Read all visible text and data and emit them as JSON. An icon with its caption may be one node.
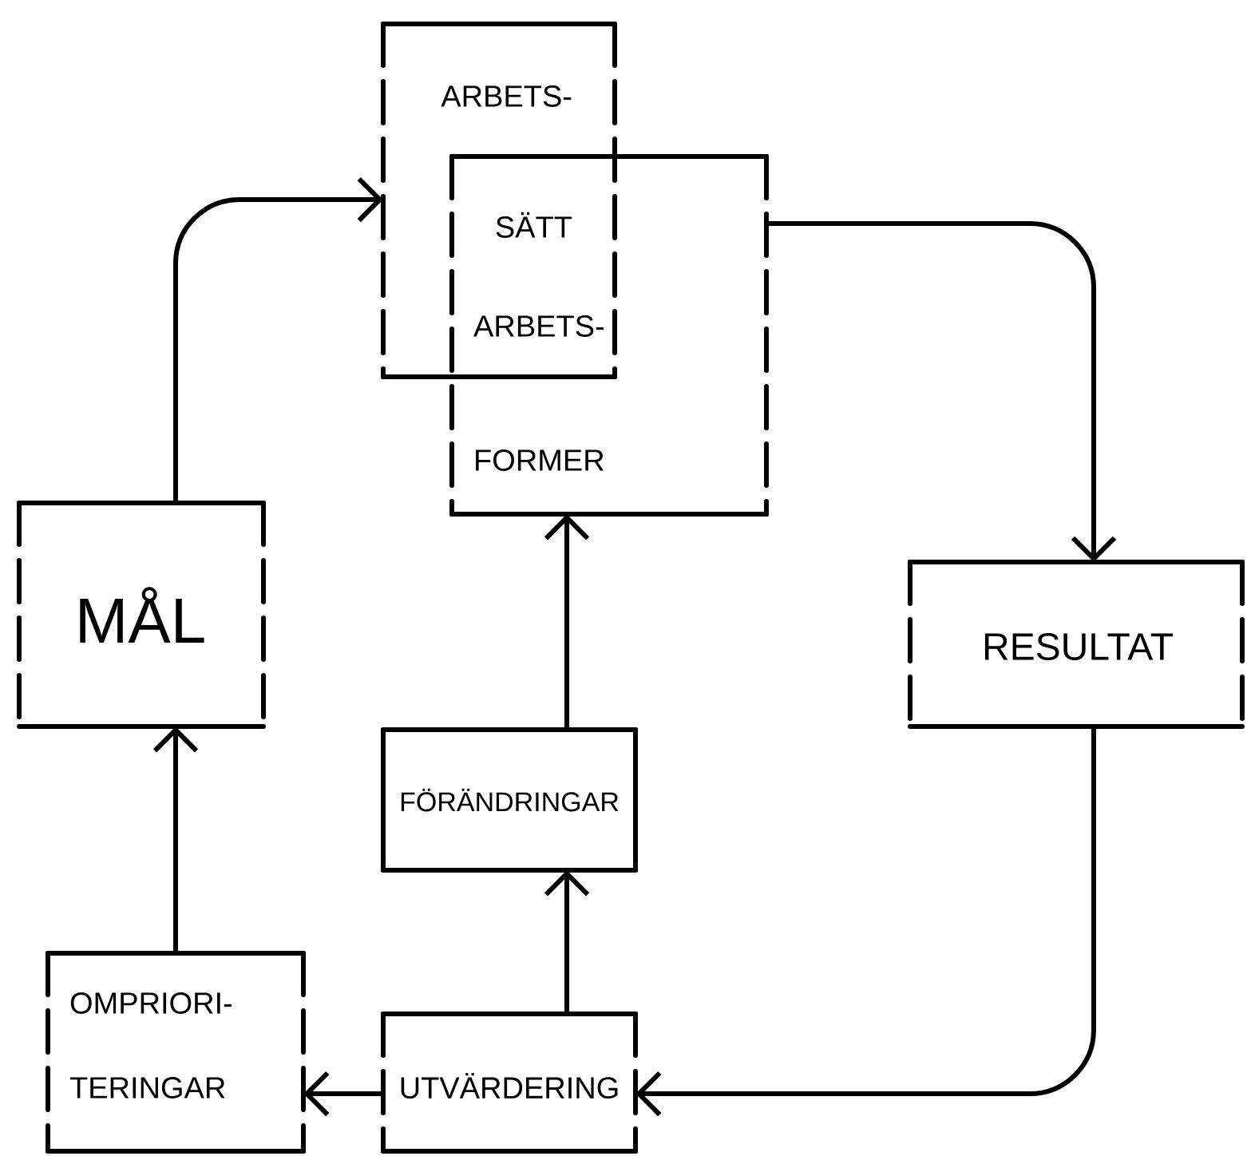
{
  "diagram": {
    "nodes": [
      {
        "text": [
          "ARBETS- SÄTT"
        ]
      },
      {
        "text": [
          "ARBETS- FORMER"
        ]
      },
      {
        "text": [
          "MÅL"
        ]
      },
      {
        "text": [
          "RESULTAT"
        ]
      },
      {
        "text": [
          "FÖRÄNDRINGAR"
        ]
      },
      {
        "text": [
          "UTVÄRDERING"
        ]
      },
      {
        "text": [
          "OMPRIORI- TERINGAR"
        ]
      }
    ],
    "edges": [
      {
        "from": 2,
        "to": 0,
        "arrow": "to"
      },
      {
        "from": 1,
        "to": 3,
        "arrow": "to"
      },
      {
        "from": 3,
        "to": 5,
        "arrow": "to"
      },
      {
        "from": 5,
        "to": 4,
        "arrow": "to"
      },
      {
        "from": 4,
        "to": 1,
        "arrow": "to"
      },
      {
        "from": 5,
        "to": 6,
        "arrow": "to"
      },
      {
        "from": 6,
        "to": 2,
        "arrow": "to"
      }
    ]
  }
}
